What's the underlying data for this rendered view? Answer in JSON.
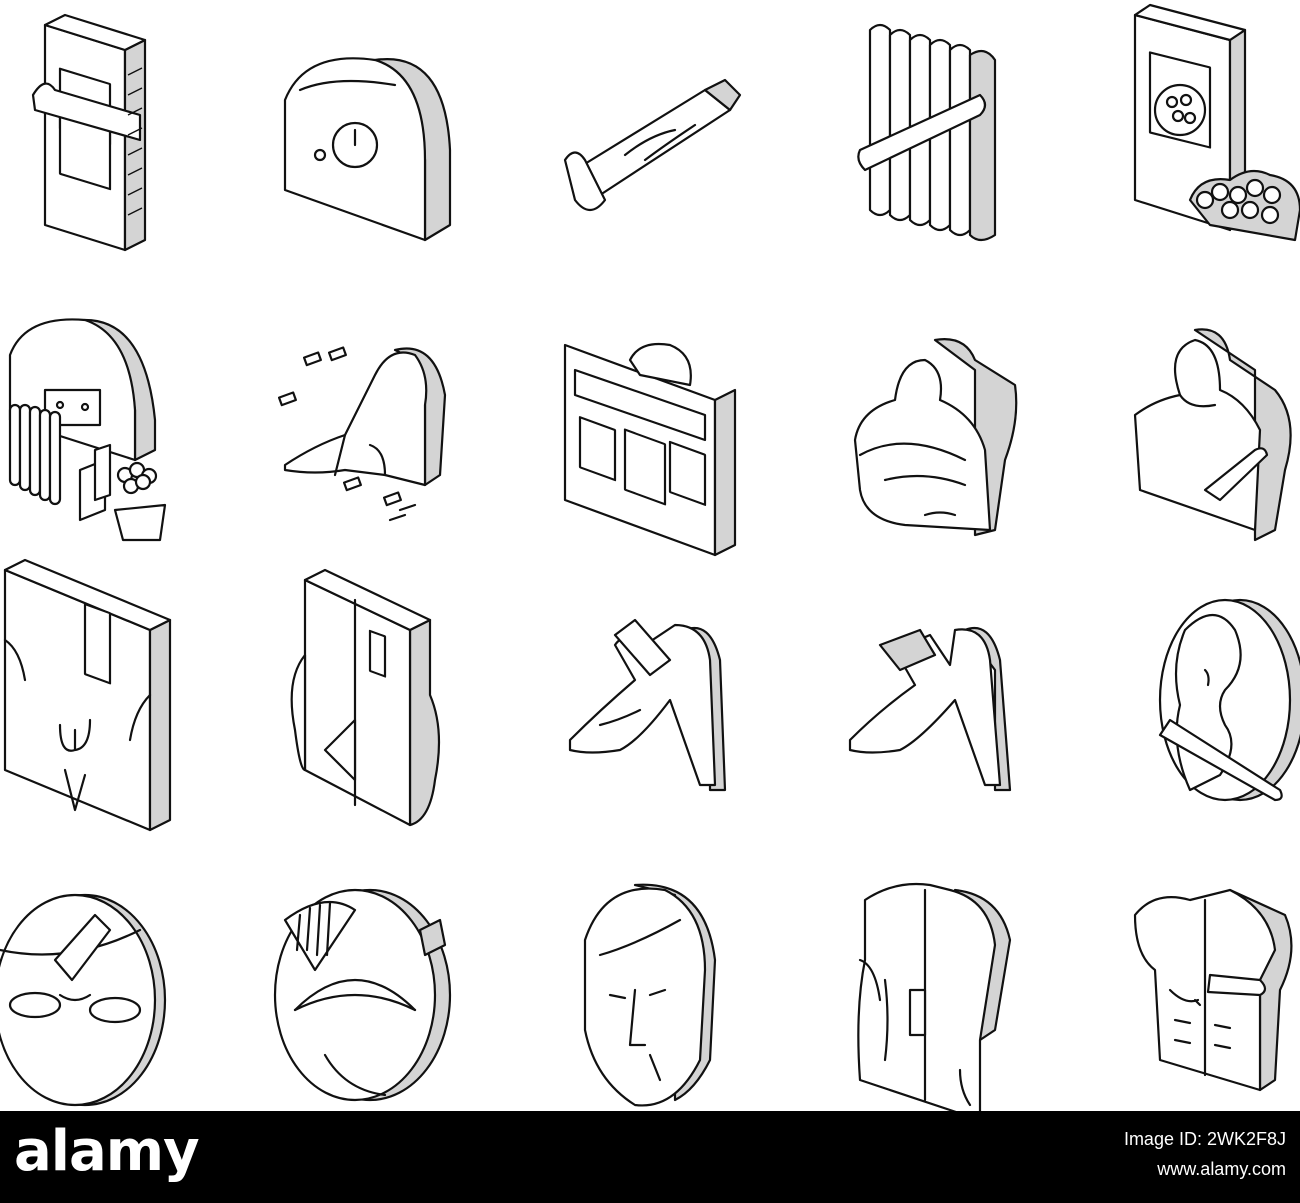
{
  "icons": [
    {
      "name": "wax-strip-pack-icon"
    },
    {
      "name": "wax-heater-icon"
    },
    {
      "name": "wax-stick-icon"
    },
    {
      "name": "wax-stick-bundle-icon"
    },
    {
      "name": "wax-beads-bag-icon"
    },
    {
      "name": "waxing-kit-icon"
    },
    {
      "name": "leg-waxing-strips-icon"
    },
    {
      "name": "waxing-salon-icon"
    },
    {
      "name": "man-waxing-icon"
    },
    {
      "name": "woman-armpit-waxing-icon"
    },
    {
      "name": "bikini-waxing-icon"
    },
    {
      "name": "buttock-waxing-icon"
    },
    {
      "name": "leg-spatula-waxing-icon"
    },
    {
      "name": "leg-strip-waxing-icon"
    },
    {
      "name": "ear-waxing-icon"
    },
    {
      "name": "eyebrow-waxing-icon"
    },
    {
      "name": "eyelash-waxing-icon"
    },
    {
      "name": "face-waxing-icon"
    },
    {
      "name": "back-waxing-icon"
    },
    {
      "name": "chest-waxing-icon"
    }
  ],
  "footer": {
    "brand": "alamy",
    "image_id": "Image ID: 2WK2F8J",
    "site": "www.alamy.com",
    "background": "#000000",
    "text_color": "#ffffff"
  }
}
